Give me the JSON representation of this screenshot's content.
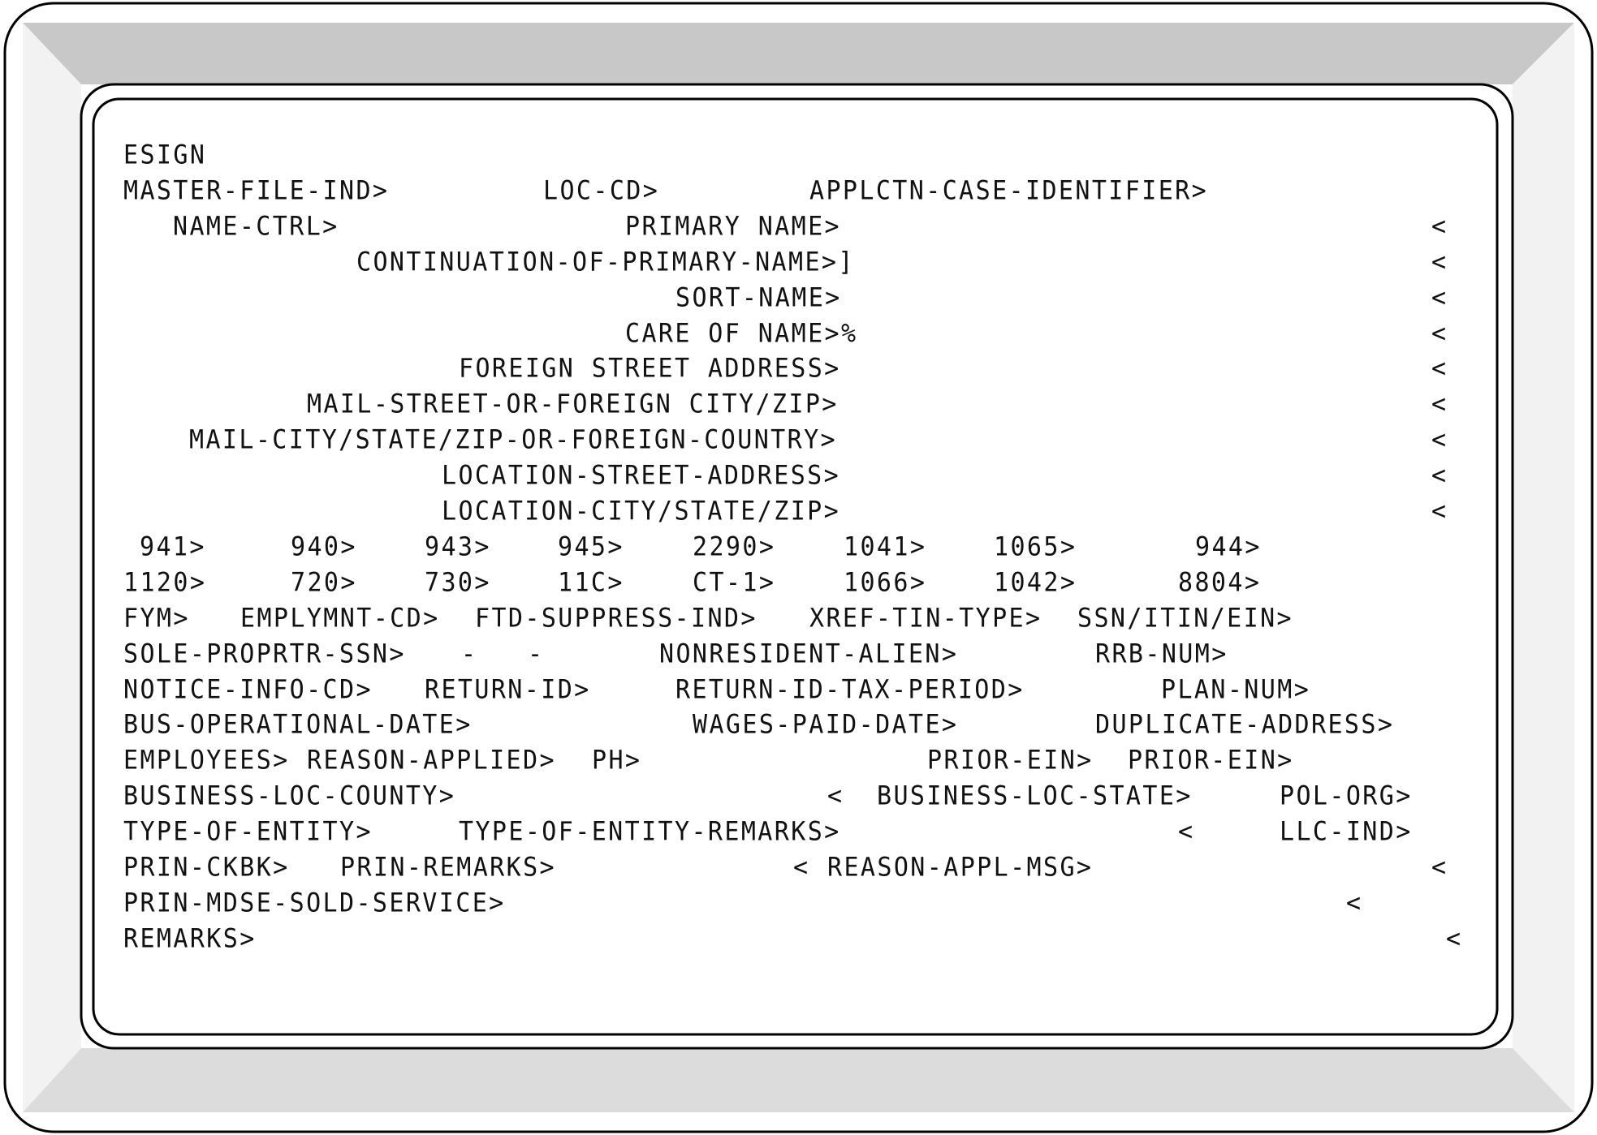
{
  "screen": {
    "title": "ESIGN",
    "rows": [
      [
        "MASTER-FILE-IND>",
        "LOC-CD>",
        "APPLCTN-CASE-IDENTIFIER>"
      ],
      [
        "NAME-CTRL>",
        "PRIMARY NAME>",
        "<"
      ],
      [
        "CONTINUATION-OF-PRIMARY-NAME>]",
        "<"
      ],
      [
        "SORT-NAME>",
        "<"
      ],
      [
        "CARE OF NAME>%",
        "<"
      ],
      [
        "FOREIGN STREET ADDRESS>",
        "<"
      ],
      [
        "MAIL-STREET-OR-FOREIGN CITY/ZIP>",
        "<"
      ],
      [
        "MAIL-CITY/STATE/ZIP-OR-FOREIGN-COUNTRY>",
        "<"
      ],
      [
        "LOCATION-STREET-ADDRESS>",
        "<"
      ],
      [
        "LOCATION-CITY/STATE/ZIP>",
        "<"
      ],
      [
        "941>",
        "940>",
        "943>",
        "945>",
        "2290>",
        "1041>",
        "1065>",
        "944>"
      ],
      [
        "1120>",
        "720>",
        "730>",
        "11C>",
        "CT-1>",
        "1066>",
        "1042>",
        "8804>"
      ],
      [
        "FYM>",
        "EMPLYMNT-CD>",
        "FTD-SUPPRESS-IND>",
        "XREF-TIN-TYPE>",
        "SSN/ITIN/EIN>"
      ],
      [
        "SOLE-PROPRTR-SSN>",
        "-",
        "-",
        "NONRESIDENT-ALIEN>",
        "RRB-NUM>"
      ],
      [
        "NOTICE-INFO-CD>",
        "RETURN-ID>",
        "RETURN-ID-TAX-PERIOD>",
        "PLAN-NUM>"
      ],
      [
        "BUS-OPERATIONAL-DATE>",
        "WAGES-PAID-DATE>",
        "DUPLICATE-ADDRESS>"
      ],
      [
        "EMPLOYEES>",
        "REASON-APPLIED>",
        "PH>",
        "PRIOR-EIN>",
        "PRIOR-EIN>"
      ],
      [
        "BUSINESS-LOC-COUNTY>",
        "<",
        "BUSINESS-LOC-STATE>",
        "POL-ORG>"
      ],
      [
        "TYPE-OF-ENTITY>",
        "TYPE-OF-ENTITY-REMARKS>",
        "<",
        "LLC-IND>"
      ],
      [
        "PRIN-CKBK>",
        "PRIN-REMARKS>",
        "<",
        "REASON-APPL-MSG>",
        "<"
      ],
      [
        "PRIN-MDSE-SOLD-SERVICE>",
        "<"
      ],
      [
        "REMARKS>",
        "<"
      ]
    ]
  }
}
